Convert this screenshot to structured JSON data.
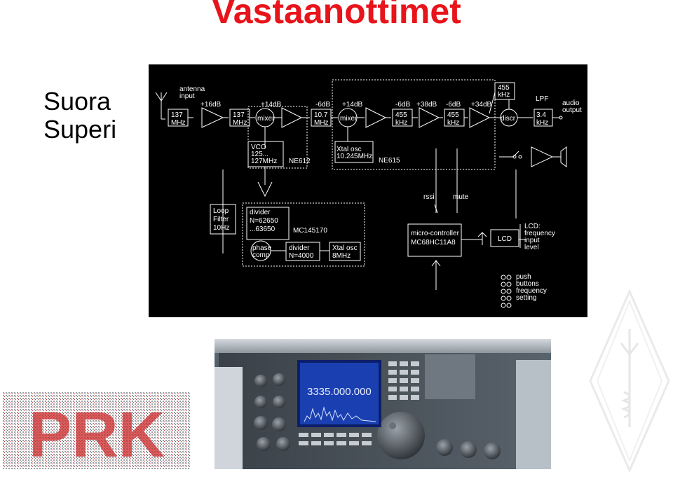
{
  "slide": {
    "title": "Vastaanottimet",
    "side_lines": [
      "Suora",
      "Superi"
    ]
  },
  "diagram": {
    "labels": {
      "antenna": [
        "antenna",
        "input"
      ],
      "gain1": "+16dB",
      "f137a": [
        "137",
        "MHz"
      ],
      "f137b": [
        "137",
        "MHz"
      ],
      "gain2": "+14dB",
      "mixer1": "mixer",
      "vco": [
        "VCO",
        "125...",
        "127MHz"
      ],
      "ne612": "NE612",
      "att1": "-6dB",
      "f107": [
        "10.7",
        "MHz"
      ],
      "gain3": "+14dB",
      "mixer2": "mixer",
      "xtal1": [
        "Xtal osc",
        "10.245MHz"
      ],
      "ne615": "NE615",
      "att2": "-6dB",
      "f455a": [
        "455",
        "kHz"
      ],
      "gain4": "+38dB",
      "att3": "-6dB",
      "f455b": [
        "455",
        "kHz"
      ],
      "gain5": "+34dB",
      "f455c": [
        "455",
        "kHz"
      ],
      "discr": "discr",
      "lpf": "LPF",
      "f34": [
        "3.4",
        "kHz"
      ],
      "audio": [
        "audio",
        "output"
      ],
      "loop": [
        "Loop",
        "Filter",
        "10Hz"
      ],
      "divider1": [
        "divider",
        "N=62650",
        "...63650"
      ],
      "mc145170": "MC145170",
      "phase": [
        "phase",
        "comp"
      ],
      "divider2": [
        "divider",
        "N=4000"
      ],
      "xtal2": [
        "Xtal osc",
        "8MHz"
      ],
      "rssi": "rssi",
      "mute": "mute",
      "mcu": [
        "micro-controller",
        "MC68HC11A8"
      ],
      "lcd": "LCD",
      "lcd_desc": [
        "LCD:",
        "frequency",
        "input",
        "level"
      ],
      "push": [
        "push",
        "buttons",
        "frequency",
        "setting"
      ]
    }
  },
  "radio": {
    "display_freq": "3335.000.000"
  },
  "logo": {
    "text": "PRK"
  },
  "colors": {
    "title": "#e8141b",
    "diagram_bg": "#000000",
    "radio_screen": "#1a3fb0"
  }
}
